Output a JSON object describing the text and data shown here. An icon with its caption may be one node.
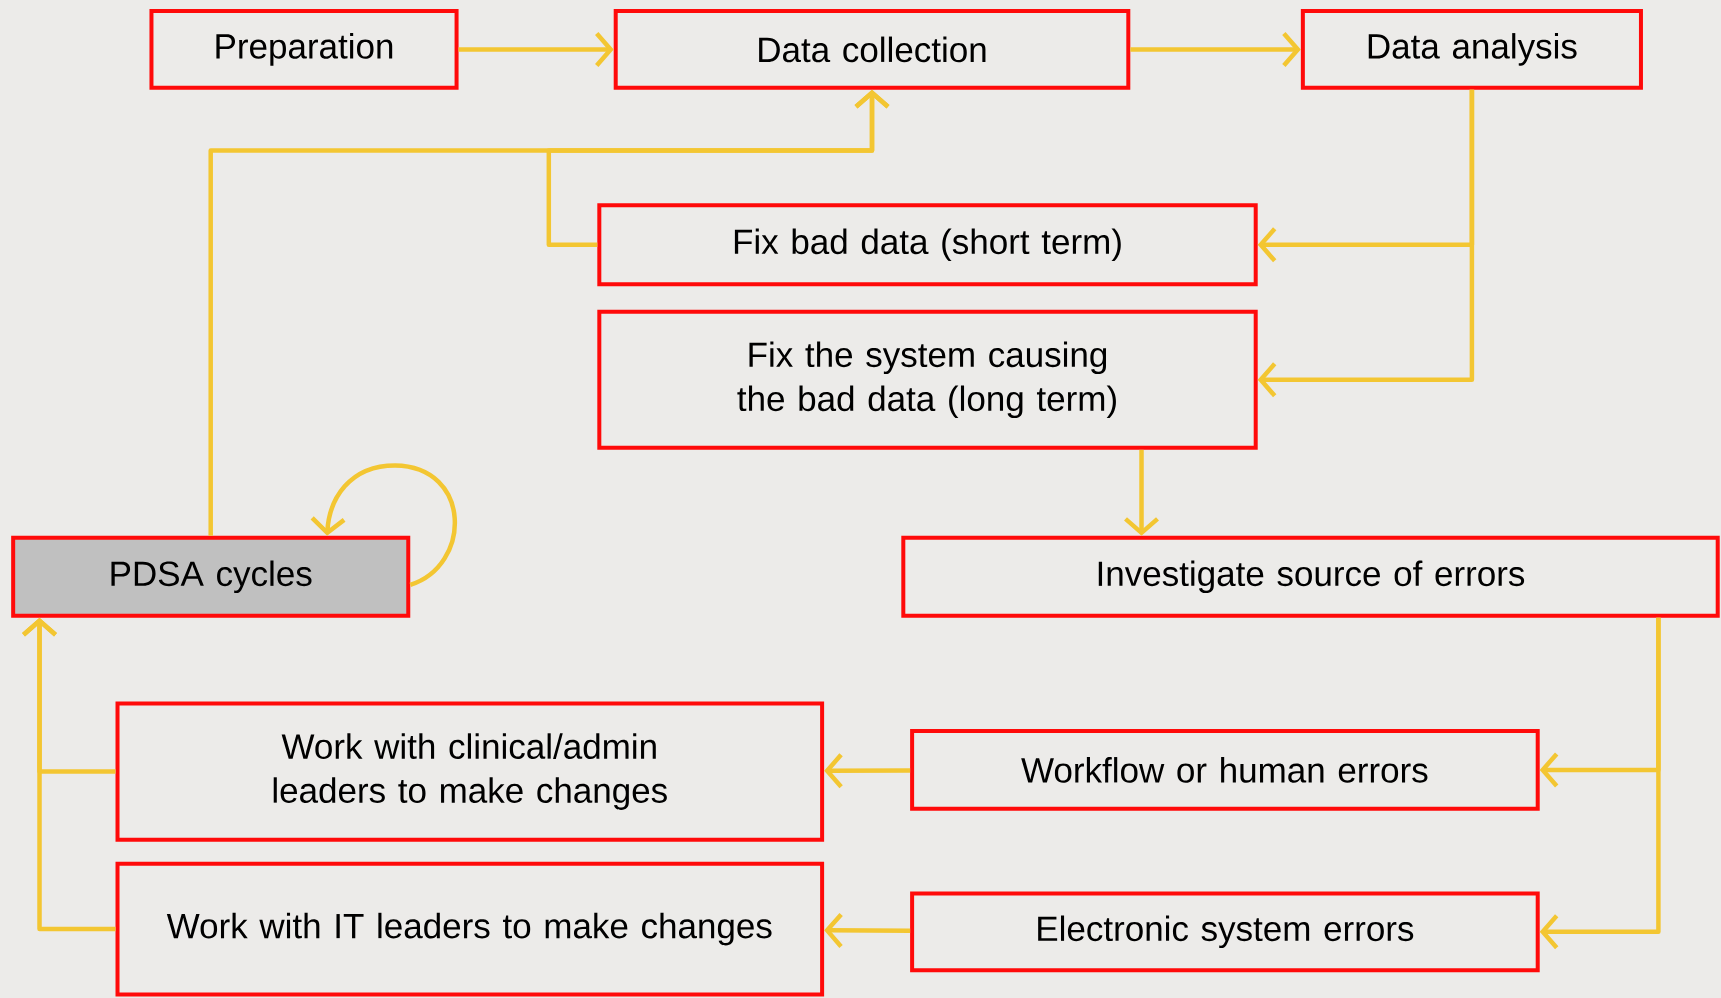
{
  "diagram": {
    "nodes": [
      {
        "text": [
          "Preparation"
        ]
      },
      {
        "text": [
          "Data collection"
        ]
      },
      {
        "text": [
          "Data analysis"
        ]
      },
      {
        "text": [
          "Fix bad data (short term)"
        ]
      },
      {
        "text": [
          "Fix the system causing the bad data (long term)"
        ]
      },
      {
        "text": [
          "Investigate source of errors"
        ]
      },
      {
        "text": [
          "PDSA cycles"
        ]
      },
      {
        "text": [
          "Work with clinical/admin leaders to make changes"
        ]
      },
      {
        "text": [
          "Workflow or human errors"
        ]
      },
      {
        "text": [
          "Work with IT leaders to make changes"
        ]
      },
      {
        "text": [
          "Electronic system errors"
        ]
      }
    ],
    "edges": [
      {
        "from": 0,
        "to": 1,
        "arrow": "to"
      },
      {
        "from": 1,
        "to": 2,
        "arrow": "to"
      },
      {
        "from": 2,
        "to": 3,
        "arrow": "to"
      },
      {
        "from": 2,
        "to": 4,
        "arrow": "to"
      },
      {
        "from": 3,
        "to": 1,
        "arrow": "to"
      },
      {
        "from": 6,
        "to": 1,
        "arrow": "to"
      },
      {
        "from": 6,
        "to": 6,
        "arrow": "to"
      },
      {
        "from": 4,
        "to": 5,
        "arrow": "to"
      },
      {
        "from": 5,
        "to": 8,
        "arrow": "to"
      },
      {
        "from": 5,
        "to": 10,
        "arrow": "to"
      },
      {
        "from": 8,
        "to": 7,
        "arrow": "to"
      },
      {
        "from": 10,
        "to": 9,
        "arrow": "to"
      },
      {
        "from": 7,
        "to": 6,
        "arrow": "to"
      },
      {
        "from": 9,
        "to": 6,
        "arrow": "to"
      }
    ]
  }
}
